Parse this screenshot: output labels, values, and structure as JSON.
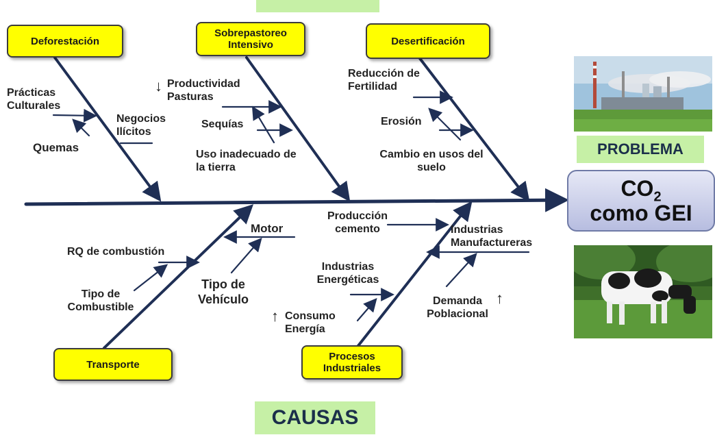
{
  "problem": {
    "line1": "CO",
    "subscript": "2",
    "line2": "como GEI",
    "tag": "PROBLEMA"
  },
  "causes_tag": "CAUSAS",
  "categories": {
    "deforestacion": "Deforestación",
    "sobrepastoreo": "Sobrepastoreo Intensivo",
    "desertificacion": "Desertificación",
    "transporte": "Transporte",
    "procesos": "Procesos Industriales"
  },
  "factors": {
    "practicas": "Prácticas Culturales",
    "quemas": "Quemas",
    "negocios": "Negocios Ilícitos",
    "productividad": "Productividad Pasturas",
    "sequias": "Sequías",
    "uso": "Uso inadecuado de la tierra",
    "reduccion": "Reducción de Fertilidad",
    "erosion": "Erosión",
    "cambio": "Cambio en usos del suelo",
    "rq": "RQ de combustión",
    "tipo_comb": "Tipo de Combustible",
    "motor": "Motor",
    "tipo_veh": "Tipo de Vehículo",
    "cemento": "Producción cemento",
    "ind_energeticas": "Industrias Energéticas",
    "consumo": "Consumo Energía",
    "manufactureras": "Industrias Manufactureras",
    "demanda": "Demanda Poblacional"
  },
  "glyphs": {
    "down": "↓",
    "up": "↑"
  },
  "colors": {
    "arrow": "#1f2f55",
    "box": "#ffff00",
    "green_tag": "#c6f0a6",
    "problem_box": "#b7bde0"
  }
}
